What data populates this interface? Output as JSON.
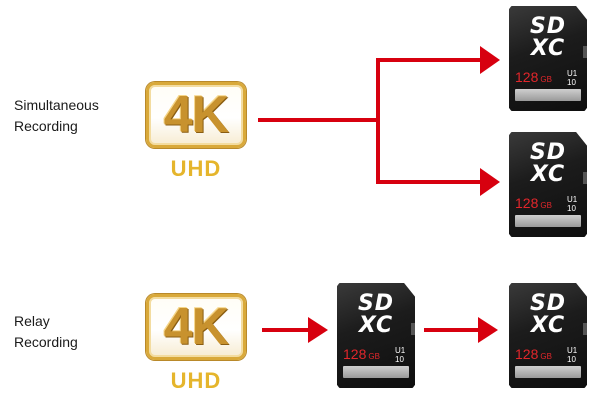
{
  "diagram": {
    "rows": [
      {
        "label_lines": [
          "Simultaneous",
          "Recording"
        ],
        "badge": {
          "main": "4K",
          "sub": "UHD"
        },
        "cards": [
          {
            "logo_top": "SD",
            "logo_bottom": "XC",
            "capacity": "128",
            "unit": "GB",
            "icons": "U1 10"
          },
          {
            "logo_top": "SD",
            "logo_bottom": "XC",
            "capacity": "128",
            "unit": "GB",
            "icons": "U1 10"
          }
        ]
      },
      {
        "label_lines": [
          "Relay",
          "Recording"
        ],
        "badge": {
          "main": "4K",
          "sub": "UHD"
        },
        "cards": [
          {
            "logo_top": "SD",
            "logo_bottom": "XC",
            "capacity": "128",
            "unit": "GB",
            "icons": "U1 10"
          },
          {
            "logo_top": "SD",
            "logo_bottom": "XC",
            "capacity": "128",
            "unit": "GB",
            "icons": "U1 10"
          }
        ]
      }
    ],
    "colors": {
      "arrow": "#d7000f",
      "badge_gold": "#d9a93a",
      "badge_sub": "#e5b52c",
      "card": "#1a1a1a",
      "capacity_text": "#e2262b"
    }
  }
}
